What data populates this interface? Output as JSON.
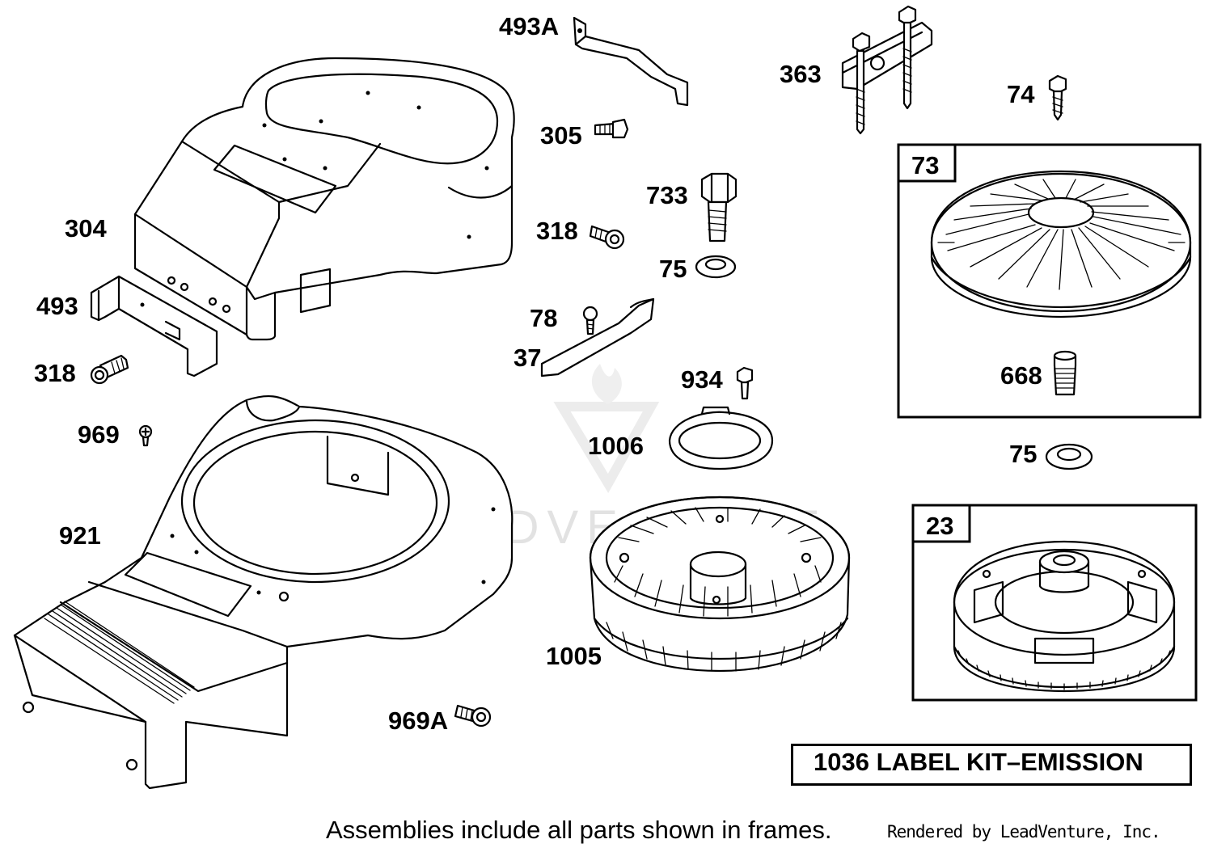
{
  "diagram": {
    "callouts": [
      {
        "id": "304",
        "label": "304"
      },
      {
        "id": "493A",
        "label": "493A"
      },
      {
        "id": "305",
        "label": "305"
      },
      {
        "id": "363",
        "label": "363"
      },
      {
        "id": "74",
        "label": "74"
      },
      {
        "id": "733",
        "label": "733"
      },
      {
        "id": "318a",
        "label": "318"
      },
      {
        "id": "75a",
        "label": "75"
      },
      {
        "id": "493",
        "label": "493"
      },
      {
        "id": "78",
        "label": "78"
      },
      {
        "id": "37",
        "label": "37"
      },
      {
        "id": "318b",
        "label": "318"
      },
      {
        "id": "934",
        "label": "934"
      },
      {
        "id": "969",
        "label": "969"
      },
      {
        "id": "1006",
        "label": "1006"
      },
      {
        "id": "921",
        "label": "921"
      },
      {
        "id": "1005",
        "label": "1005"
      },
      {
        "id": "969A",
        "label": "969A"
      },
      {
        "id": "73",
        "label": "73"
      },
      {
        "id": "668",
        "label": "668"
      },
      {
        "id": "75b",
        "label": "75"
      },
      {
        "id": "23",
        "label": "23"
      }
    ],
    "kit_label": "1036 LABEL KIT–EMISSION",
    "footer_note": "Assemblies include all parts shown in frames.",
    "credit": "Rendered by LeadVenture, Inc.",
    "watermark": "LEADVENTURE"
  }
}
